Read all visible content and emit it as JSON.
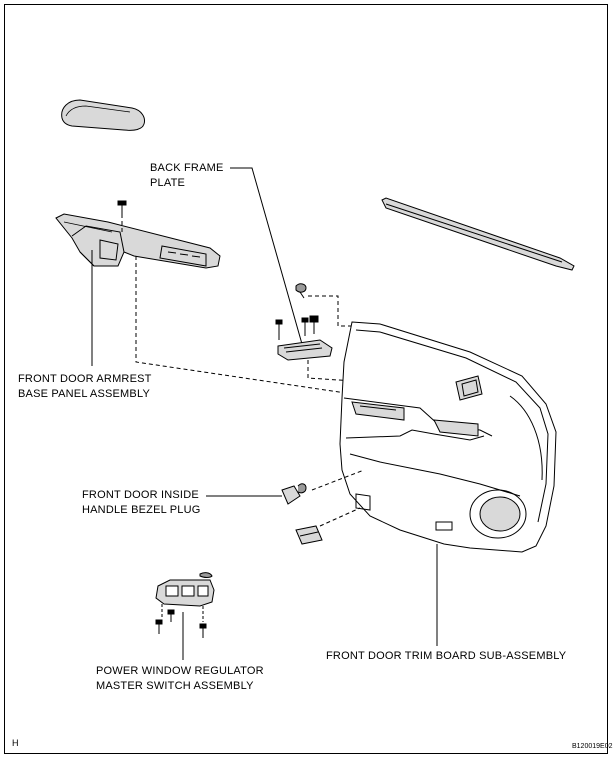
{
  "labels": {
    "back_frame_plate": [
      "BACK FRAME",
      "PLATE"
    ],
    "armrest_base_panel": [
      "FRONT DOOR ARMREST",
      "BASE PANEL ASSEMBLY"
    ],
    "inside_handle_bezel_plug": [
      "FRONT DOOR INSIDE",
      "HANDLE BEZEL PLUG"
    ],
    "trim_board": [
      "FRONT DOOR TRIM BOARD SUB-ASSEMBLY"
    ],
    "power_window_switch": [
      "POWER WINDOW REGULATOR",
      "MASTER SWITCH ASSEMBLY"
    ]
  },
  "corner_letter": "H",
  "figure_id": "B120019E02",
  "colors": {
    "line": "#000000",
    "shade": "#d9d9d9",
    "dark_shade": "#9a9a9a"
  }
}
